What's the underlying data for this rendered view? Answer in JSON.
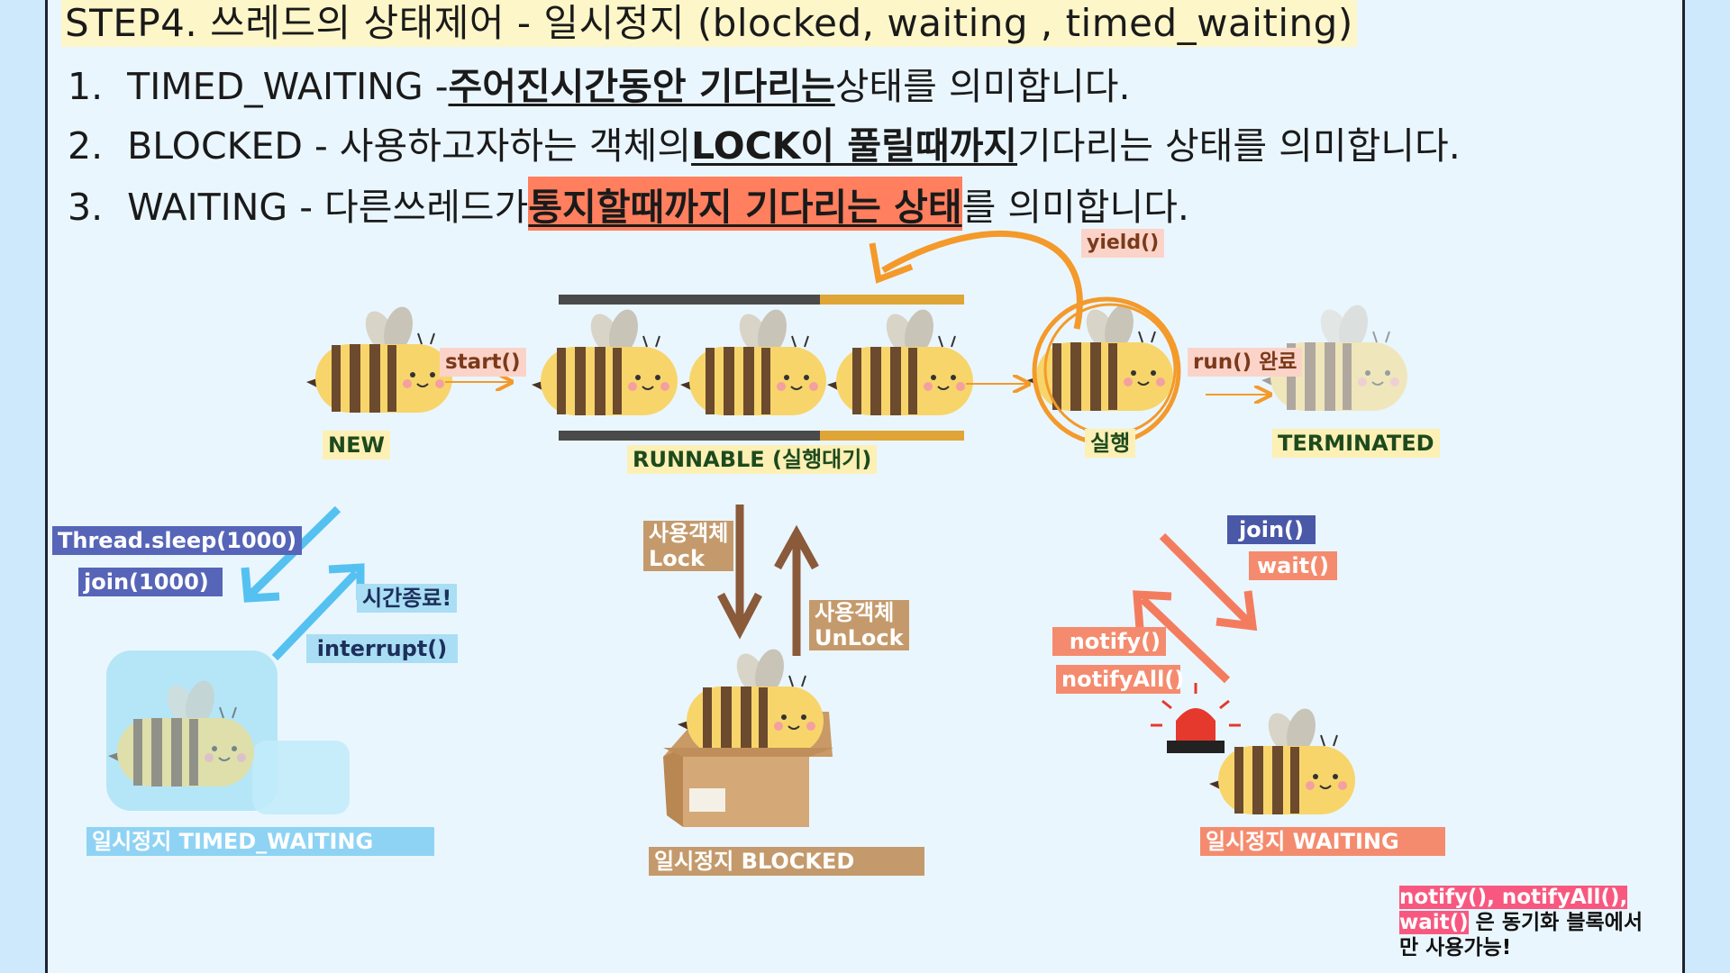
{
  "title": "STEP4. 쓰레드의 상태제어 - 일시정지 (blocked, waiting , timed_waiting)",
  "lines": [
    {
      "num": "1.",
      "a": "TIMED_WAITING - ",
      "b": "주어진시간동안 기다리는",
      "c": " 상태를 의미합니다."
    },
    {
      "num": "2.",
      "a": "BLOCKED - 사용하고자하는 객체의 ",
      "b": "LOCK이 풀릴때까지",
      "c": " 기다리는 상태를 의미합니다."
    },
    {
      "num": "3.",
      "a": "WAITING - 다른쓰레드가 ",
      "b": "통지할때까지 기다리는 상태",
      "c": "를 의미합니다."
    }
  ],
  "states": {
    "new": "NEW",
    "runnable": "RUNNABLE (실행대기)",
    "running": "실행",
    "terminated": "TERMINATED",
    "timed_waiting": "일시정지    TIMED_WAITING",
    "blocked": "일시정지   BLOCKED",
    "waiting": "일시정지   WAITING"
  },
  "transitions": {
    "start": "start()",
    "yield": "yield()",
    "run_done": "run() 완료",
    "sleep": "Thread.sleep(1000)",
    "join1000": "join(1000)",
    "time_over": "시간종료!",
    "interrupt": "interrupt()",
    "lock_line1": "사용객체",
    "lock_line2": "Lock",
    "unlock_line1": "사용객체",
    "unlock_line2": "UnLock",
    "join": "join()",
    "wait": "wait()",
    "notify": "notify()",
    "notify_all": "notifyAll()"
  },
  "note": {
    "methods": "notify(), notifyAll(),",
    "wait": "wait()",
    "rest1": " 은 동기화 블록에서",
    "rest2": "만 사용가능!"
  },
  "colors": {
    "bee_yellow": "#f7d56b",
    "bee_stripe": "#6b4a2e",
    "arrow_orange": "#f39a2b",
    "arrow_blue": "#55c1f0",
    "arrow_coral": "#f47c5e",
    "arrow_brown": "#8a5a3a"
  }
}
